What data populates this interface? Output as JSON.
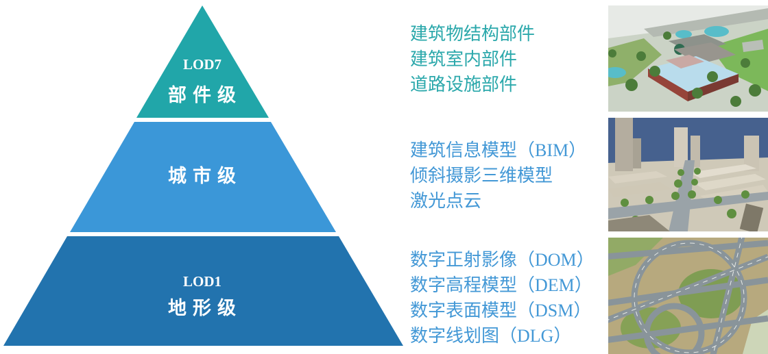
{
  "background": "#FFFFFF",
  "pyramid": {
    "levels": [
      {
        "code": "LOD7",
        "label": "部件级",
        "fill": "#21A6A9",
        "label_color": "#FFFFFF"
      },
      {
        "code": "",
        "label": "城市级",
        "fill": "#3B97D8",
        "label_color": "#FFFFFF"
      },
      {
        "code": "LOD1",
        "label": "地形级",
        "fill": "#2273AE",
        "label_color": "#FFFFFF"
      }
    ]
  },
  "descriptions": [
    {
      "color": "#2BA8AB",
      "lines": [
        "建筑物结构部件",
        "建筑室内部件",
        "道路设施部件"
      ]
    },
    {
      "color": "#4398D6",
      "lines": [
        "建筑信息模型（BIM）",
        "倾斜摄影三维模型",
        "激光点云"
      ]
    },
    {
      "color": "#4398D6",
      "lines": [
        "数字正射影像（DOM）",
        "数字高程模型（DEM）",
        "数字表面模型（DSM）",
        "数字线划图（DLG）"
      ]
    }
  ],
  "photos": [
    {
      "icon": "bim-component-model-photo"
    },
    {
      "icon": "city-oblique-model-photo"
    },
    {
      "icon": "terrain-orthophoto-interchange-photo"
    }
  ]
}
